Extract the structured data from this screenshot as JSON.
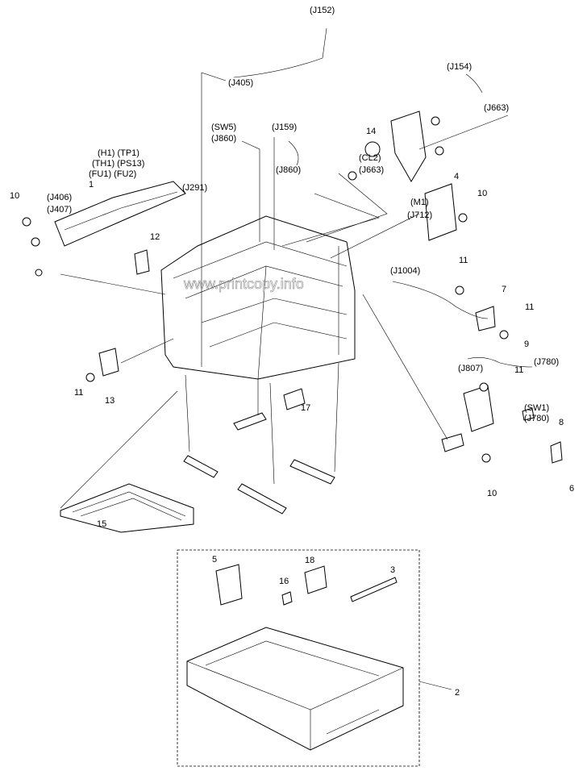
{
  "watermark": "www.printcopy.info",
  "labels": [
    "(J152)",
    "(J405)",
    "(J154)",
    "(J663)",
    "(SW5)",
    "(J860)",
    "(J159)",
    "(J860)",
    "14",
    "(CL2)",
    "(J663)",
    "4",
    "(M1)",
    "(J712)",
    "10",
    "(H1) (TP1)",
    "(TH1) (PS13)",
    "(FU1) (FU2)",
    "1",
    "(J291)",
    "10",
    "(J406)",
    "(J407)",
    "12",
    "11",
    "(J1004)",
    "7",
    "11",
    "9",
    "(J780)",
    "(J807)",
    "11",
    "(SW1)",
    "(J780)",
    "8",
    "6",
    "10",
    "13",
    "11",
    "17",
    "15",
    "5",
    "18",
    "16",
    "3",
    "2"
  ]
}
